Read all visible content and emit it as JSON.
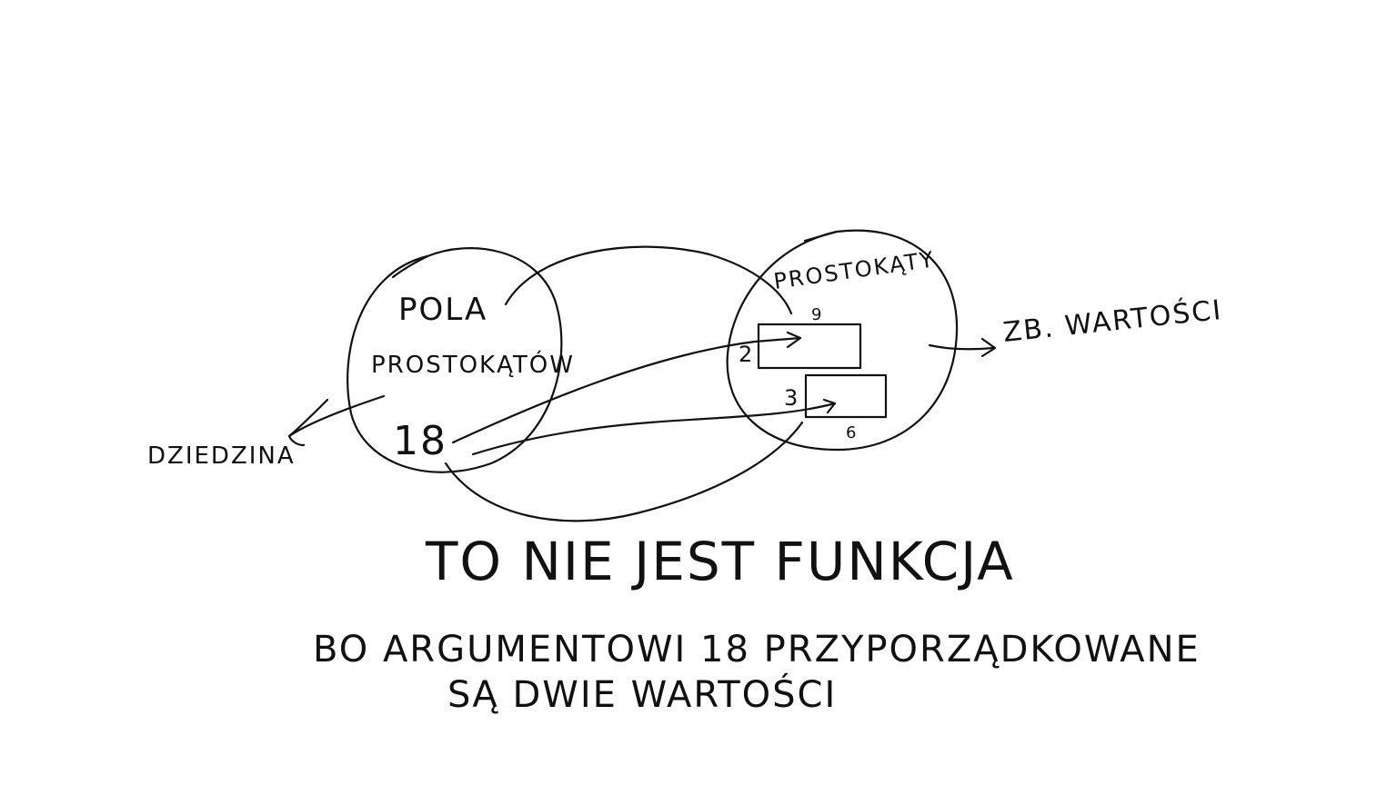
{
  "colors": {
    "ink": "#111111",
    "background": "#ffffff"
  },
  "diagram": {
    "domain_set": {
      "line1": "POLA",
      "line2": "PROSTOKĄTÓW",
      "element": "18"
    },
    "codomain_set": {
      "label": "PROSTOKĄTY",
      "rect_a": {
        "side_label": "2",
        "top_label": "9"
      },
      "rect_b": {
        "side_label": "3",
        "bottom_label": "6"
      }
    },
    "domain_label": "DZIEDZINA",
    "codomain_label": "ZB. WARTOŚCI"
  },
  "notes": {
    "title": "TO NIE JEST FUNKCJA",
    "explanation_line1": "BO ARGUMENTOWI 18 PRZYPORZĄDKOWANE",
    "explanation_line2": "SĄ DWIE WARTOŚCI"
  }
}
